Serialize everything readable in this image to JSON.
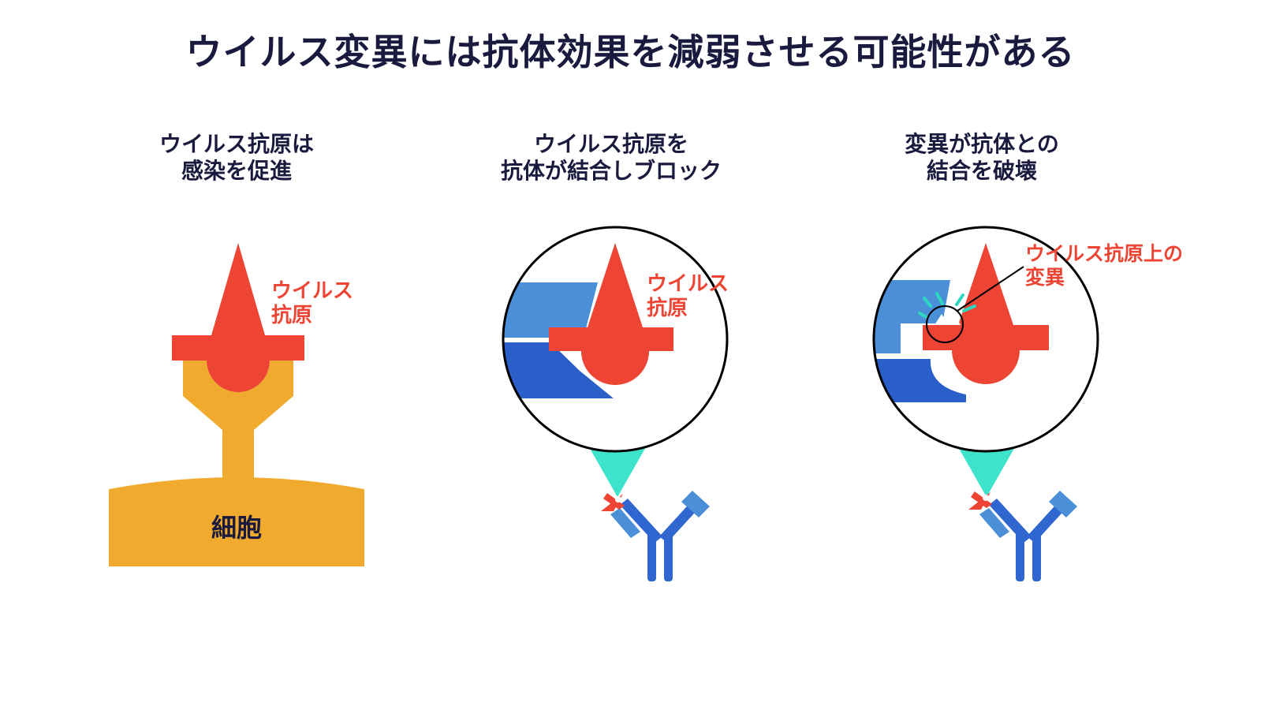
{
  "title": "ウイルス変異には抗体効果を減弱させる可能性がある",
  "panels": [
    {
      "title_lines": [
        "ウイルス抗原は",
        "感染を促進"
      ],
      "antigen_label": [
        "ウイルス",
        "抗原"
      ],
      "cell_label": "細胞"
    },
    {
      "title_lines": [
        "ウイルス抗原を",
        "抗体が結合しブロック"
      ],
      "antigen_label": [
        "ウイルス",
        "抗原"
      ]
    },
    {
      "title_lines": [
        "変異が抗体との",
        "結合を破壊"
      ],
      "mutation_label": [
        "ウイルス抗原上の",
        "変異"
      ]
    }
  ],
  "colors": {
    "title": "#1a1a3e",
    "antigen": "#ee4433",
    "receptor": "#f0aa2e",
    "antibody_light": "#4a8fd8",
    "antibody_dark": "#2a5ec8",
    "antibody_body": "#2f66d0",
    "zoom_cone": "#3ee3cc",
    "mutation_marks": "#2ed8c0"
  }
}
